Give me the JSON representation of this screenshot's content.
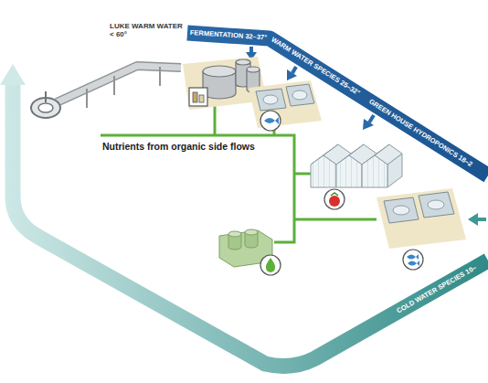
{
  "diagram": {
    "labels": [
      "LUKE WARM WATER < 60°",
      "FERMENTATION 32–37°",
      "WARM WATER SPECIES 25–32°",
      "GREEN HOUSE HYDROPONICS 18–2",
      "COLD WATER SPECIES 10–",
      "Nutrients from organic side flows"
    ]
  }
}
